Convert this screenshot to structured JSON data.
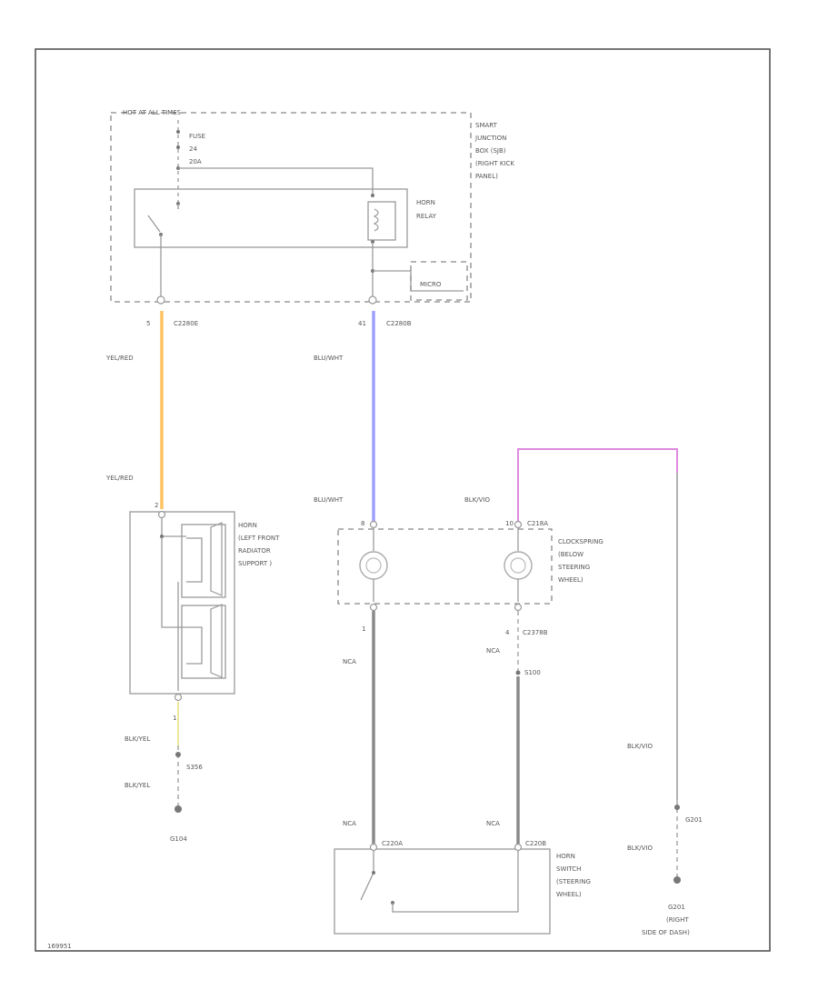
{
  "colors": {
    "yel_red": "#FFC462",
    "blu_wht": "#9F9FFF",
    "blk_vio": "#E08AE0",
    "blk_yel": "#EDE79A",
    "nca": "#8A8A8A"
  },
  "top_module": {
    "hot_label": "HOT AT ALL TIMES",
    "fuse_lines": [
      "FUSE",
      "24",
      "20A"
    ],
    "module_name": [
      "SMART",
      "JUNCTION",
      "BOX (SJB)",
      "(RIGHT KICK",
      "PANEL)"
    ],
    "relay_label": [
      "HORN",
      "RELAY"
    ],
    "micro_label": "MICRO",
    "left_pin": "5",
    "left_connector": "C2280E",
    "right_pin": "41",
    "right_connector": "C2280B"
  },
  "wires": {
    "yel_red_upper": "YEL/RED",
    "yel_red_lower": "YEL/RED",
    "blu_wht_upper": "BLU/WHT",
    "blu_wht_lower": "BLU/WHT",
    "blk_vio_upper": "BLK/VIO",
    "nca_left": "NCA",
    "nca_mid": "NCA",
    "nca_bottom_left": "NCA",
    "nca_bottom_right": "NCA",
    "blk_yel_upper": "BLK/YEL",
    "blk_yel_lower": "BLK/YEL",
    "blk_vio_mid": "BLK/VIO",
    "blk_vio_lower": "BLK/VIO"
  },
  "horn": {
    "pin_top": "2",
    "pin_bottom": "1",
    "label": [
      "HORN",
      "(LEFT FRONT",
      "RADIATOR",
      "SUPPORT )"
    ]
  },
  "clockspring": {
    "pin_left_top": "8",
    "pin_right_top": "10",
    "connector_top": "C218A",
    "pin_left_bottom": "1",
    "pin_right_bottom": "4",
    "connector_bottom": "C2378B",
    "label": [
      "CLOCKSPRING",
      "(BELOW",
      "STEERING",
      "WHEEL)"
    ]
  },
  "splices": {
    "s356": "S356",
    "s100": "S100",
    "g201_splice": "G201"
  },
  "grounds": {
    "g104": "G104",
    "g201_label": [
      "G201",
      "(RIGHT",
      "SIDE OF DASH)"
    ]
  },
  "switch": {
    "connector_left": "C220A",
    "connector_right": "C220B",
    "label": [
      "HORN",
      "SWITCH",
      "(STEERING",
      "WHEEL)"
    ]
  },
  "figure_id": "169951"
}
